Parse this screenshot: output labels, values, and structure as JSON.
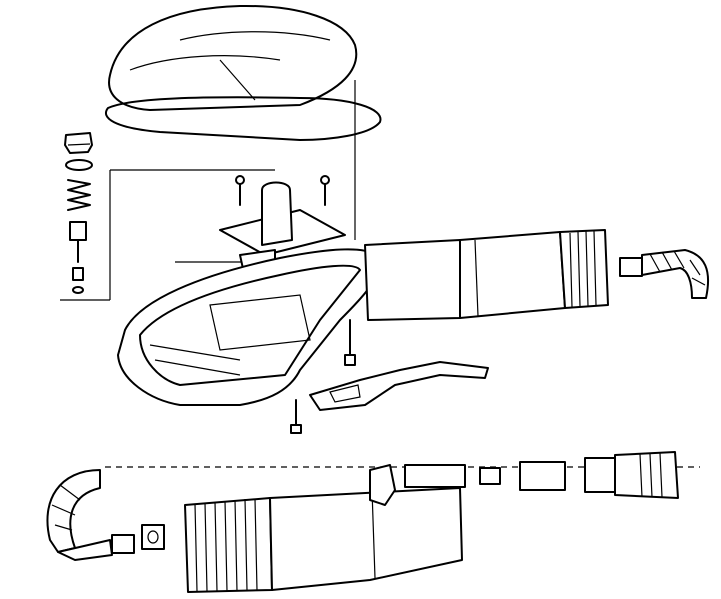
{
  "diagram": {
    "type": "exploded-parts-drawing",
    "line_color": "#000000",
    "background_color": "#ffffff",
    "parts": [
      "cover",
      "gasket",
      "valve-cap",
      "o-ring",
      "spring",
      "valve-stem",
      "valve-clip",
      "mounting-plate",
      "plate-screw-left",
      "plate-screw-right",
      "foot-frame",
      "frame-screw",
      "base-screw",
      "pedal-lever",
      "upper-cylinder",
      "upper-hose",
      "lower-hose",
      "hose-nut",
      "lower-cylinder",
      "elbow-fitting",
      "adapter",
      "nipple",
      "hex-connector",
      "quick-coupler"
    ]
  }
}
